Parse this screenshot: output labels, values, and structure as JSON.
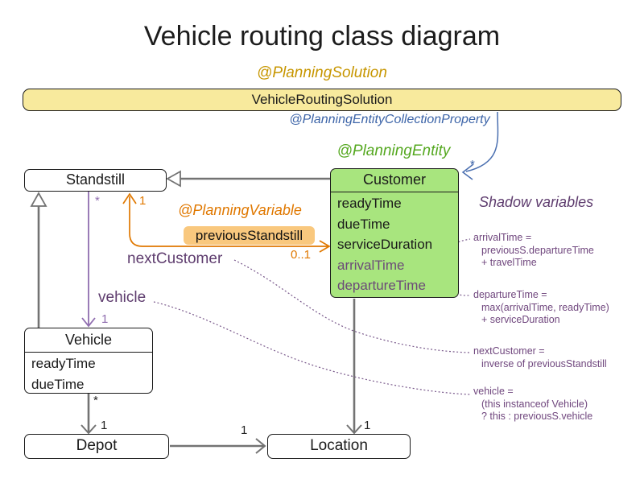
{
  "title": "Vehicle routing class diagram",
  "annotations": {
    "planning_solution": "@PlanningSolution",
    "planning_entity_collection_property": "@PlanningEntityCollectionProperty",
    "planning_entity": "@PlanningEntity",
    "planning_variable": "@PlanningVariable",
    "shadow_variables_title": "Shadow variables"
  },
  "classes": {
    "vehicle_routing_solution": {
      "name": "VehicleRoutingSolution"
    },
    "standstill": {
      "name": "Standstill"
    },
    "customer": {
      "name": "Customer",
      "fields": [
        "readyTime",
        "dueTime",
        "serviceDuration"
      ],
      "shadow_fields": [
        "arrivalTime",
        "departureTime"
      ]
    },
    "vehicle": {
      "name": "Vehicle",
      "fields": [
        "readyTime",
        "dueTime"
      ]
    },
    "depot": {
      "name": "Depot"
    },
    "location": {
      "name": "Location"
    }
  },
  "relations": {
    "previous_standstill_label": "previousStandstill",
    "next_customer_label": "nextCustomer",
    "vehicle_label": "vehicle"
  },
  "multiplicities": {
    "solution_customers": "*",
    "standstill_vehicles": "*",
    "previous_standstill_target": "1",
    "previous_standstill_source": "0..1",
    "vehicle_target": "1",
    "vehicle_depot_source": "*",
    "vehicle_depot_target": "1",
    "depot_location_target": "1",
    "customer_location_target": "1"
  },
  "shadow_notes": {
    "arrival_time": [
      "arrivalTime =",
      "previousS.departureTime",
      "+ travelTime"
    ],
    "departure_time": [
      "departureTime =",
      "max(arrivalTime, readyTime)",
      "+ serviceDuration"
    ],
    "next_customer": [
      "nextCustomer =",
      "inverse of previousStandstill"
    ],
    "vehicle": [
      "vehicle =",
      "(this instanceof Vehicle)",
      "? this : previousS.vehicle"
    ]
  },
  "colors": {
    "solution_fill": "#f8ea9d",
    "entity_fill": "#a8e57e",
    "highlight_fill": "#f9c87e",
    "gold": "#c79600",
    "blue": "#3c64a8",
    "green": "#55a820",
    "orange": "#e07800",
    "purple_text": "#5e3c6e",
    "purple_line": "#8f6daf",
    "note_purple": "#70477e",
    "line_gray": "#737373"
  }
}
